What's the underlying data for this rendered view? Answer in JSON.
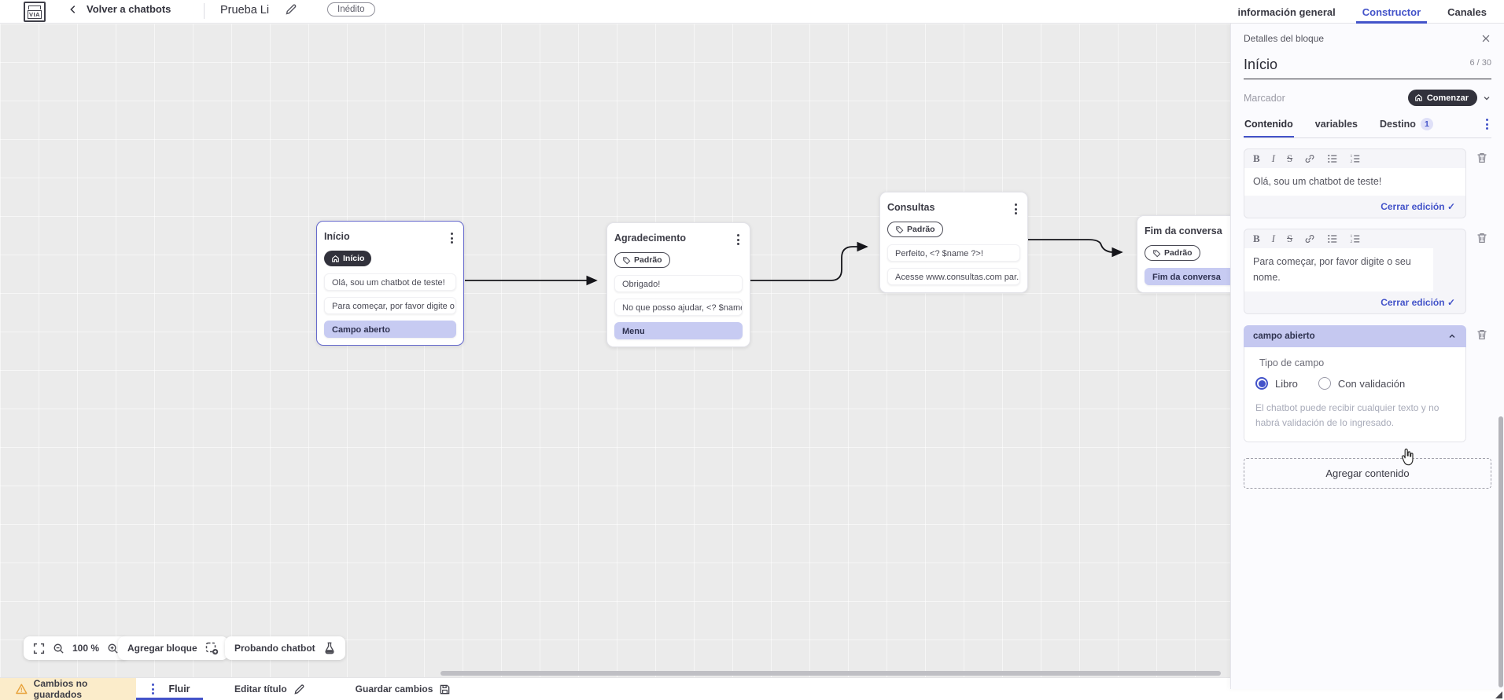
{
  "header": {
    "logo_text": "VIA",
    "back_label": "Volver a chatbots",
    "title": "Prueba Li",
    "status_badge": "Inédito",
    "tabs": [
      {
        "label": "información general"
      },
      {
        "label": "Constructor"
      },
      {
        "label": "Canales"
      }
    ]
  },
  "panel": {
    "header": "Detalles del bloque",
    "block_name": "Início",
    "char_count": "6 / 30",
    "marker_label": "Marcador",
    "marker_value": "Comenzar",
    "tabs": {
      "content": "Contenido",
      "variables": "variables",
      "destination": "Destino"
    },
    "destino_count": "1",
    "editors": [
      {
        "text": "Olá, sou um chatbot de teste!",
        "close_label": "Cerrar edición"
      },
      {
        "text": "Para começar, por favor digite o seu nome.",
        "close_label": "Cerrar edición"
      }
    ],
    "open_field": {
      "header": "campo abierto",
      "type_label": "Tipo de campo",
      "options": [
        {
          "label": "Libro",
          "selected": true
        },
        {
          "label": "Con validación",
          "selected": false
        }
      ],
      "helper": "El chatbot puede recibir cualquier texto y no habrá validación de lo ingresado."
    },
    "add_content_label": "Agregar contenido"
  },
  "canvas": {
    "nodes": [
      {
        "title": "Início",
        "badge": "Início",
        "rows": [
          {
            "text": "Olá, sou um chatbot de teste!"
          },
          {
            "text": "Para começar, por favor digite o ..."
          },
          {
            "text": "Campo aberto"
          }
        ]
      },
      {
        "title": "Agradecimento",
        "badge": "Padrão",
        "rows": [
          {
            "text": "Obrigado!"
          },
          {
            "text": "No que posso ajudar, <? $name ..."
          },
          {
            "text": "Menu"
          }
        ]
      },
      {
        "title": "Consultas",
        "badge": "Padrão",
        "rows": [
          {
            "text": "Perfeito, <? $name ?>!"
          },
          {
            "text": "Acesse www.consultas.com par..."
          }
        ]
      },
      {
        "title": "Fim da conversa",
        "badge": "Padrão",
        "rows": [
          {
            "text": "Fim da conversa"
          }
        ]
      }
    ],
    "toolbar": {
      "zoom_level": "100 %",
      "add_block": "Agregar bloque",
      "test_chatbot": "Probando chatbot"
    }
  },
  "bottom_bar": {
    "unsaved_label": "Cambios no guardados",
    "flow_tab": "Fluir",
    "edit_title": "Editar título",
    "save_label": "Guardar cambios"
  },
  "colors": {
    "accent": "#4353c9",
    "highlight": "#c7cbf2",
    "dark_pill": "#32323c",
    "warning_bg": "#fbecca"
  }
}
